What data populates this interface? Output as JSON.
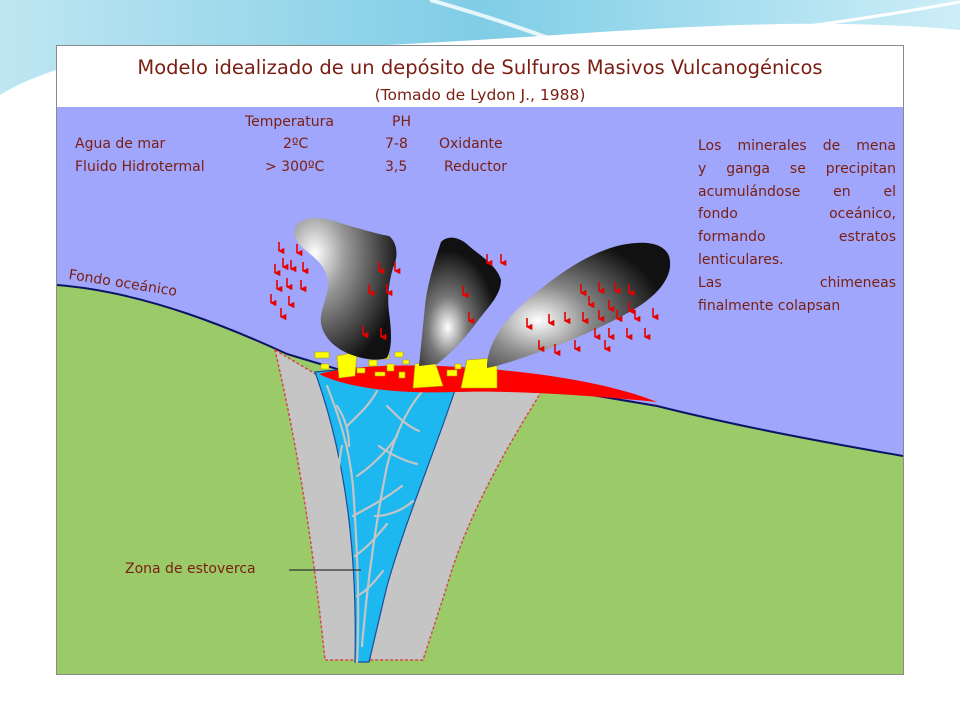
{
  "title": "Modelo idealizado de un depósito de Sulfuros Masivos Vulcanogénicos",
  "subtitle": "(Tomado de Lydon J., 1988)",
  "table": {
    "headers": [
      "Temperatura",
      "PH"
    ],
    "rows": [
      {
        "name": "Agua de mar",
        "temperature": "2ºC",
        "ph": "7-8",
        "condition": "Oxidante"
      },
      {
        "name": "Fluido Hidrotermal",
        "temperature": "> 300ºC",
        "ph": "3,5",
        "condition": "Reductor"
      }
    ]
  },
  "note_lines": [
    "Los minerales de mena",
    "y ganga se precipitan",
    "acumulándose en el",
    "fondo oceánico,",
    "formando estratos",
    "lenticulares.",
    "Las chimeneas",
    "finalmente colapsan"
  ],
  "labels": {
    "seafloor": "Fondo oceánico",
    "stockwork": "Zona de estoverca"
  },
  "colors": {
    "seawater": "#a0a6fb",
    "rock": "#9bcb68",
    "alteration": "#c5c5c5",
    "stockwork": "#1cb8ef",
    "sulfide_lens": "#ff0000",
    "chimney": "#ffff00",
    "text": "#7a1e12"
  }
}
